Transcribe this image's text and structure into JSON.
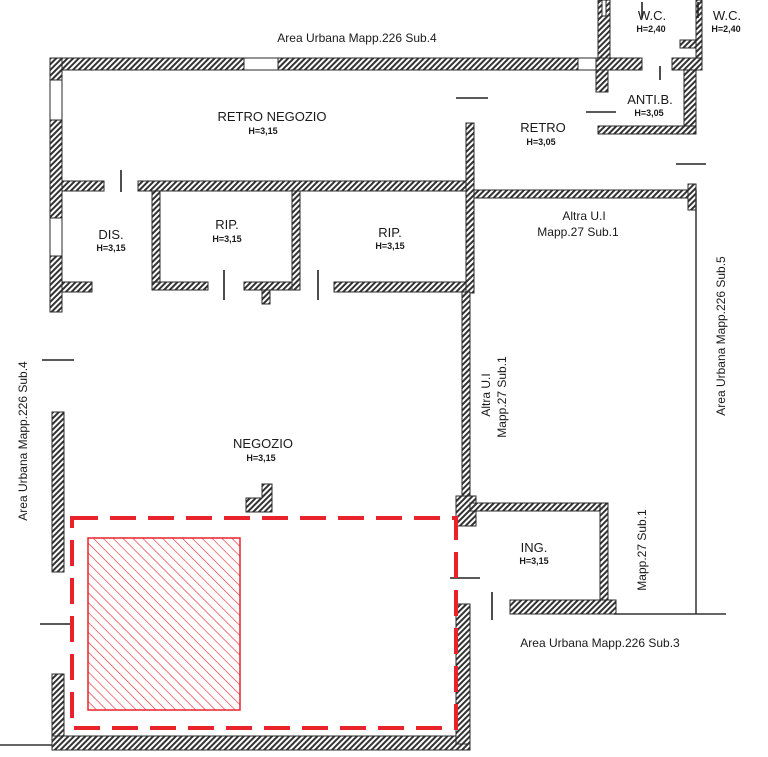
{
  "rooms": {
    "retro_negozio": {
      "name": "RETRO NEGOZIO",
      "height": "H=3,15"
    },
    "retro": {
      "name": "RETRO",
      "height": "H=3,05"
    },
    "wc1": {
      "name": "W.C.",
      "height": "H=2,40"
    },
    "wc2": {
      "name": "W.C.",
      "height": "H=2,40"
    },
    "antib": {
      "name": "ANTI.B.",
      "height": "H=3,05"
    },
    "dis": {
      "name": "DIS.",
      "height": "H=3,15"
    },
    "rip1": {
      "name": "RIP.",
      "height": "H=3,15"
    },
    "rip2": {
      "name": "RIP.",
      "height": "H=3,15"
    },
    "negozio": {
      "name": "NEGOZIO",
      "height": "H=3,15"
    },
    "ing": {
      "name": "ING.",
      "height": "H=3,15"
    }
  },
  "areas": {
    "top": "Area Urbana Mapp.226 Sub.4",
    "left": "Area Urbana Mapp.226 Sub.4",
    "right": "Area Urbana Mapp.226 Sub.5",
    "bottom": "Area Urbana Mapp.226 Sub.3",
    "altra_ui_1_line1": "Altra U.I",
    "altra_ui_1_line2": "Mapp.27 Sub.1",
    "altra_ui_2_line1": "Altra U.I",
    "altra_ui_2_line2": "Mapp.27 Sub.1",
    "mapp27_right": "Mapp.27 Sub.1"
  },
  "colors": {
    "wall": "#3a3a3a",
    "highlight": "#e8232b"
  }
}
